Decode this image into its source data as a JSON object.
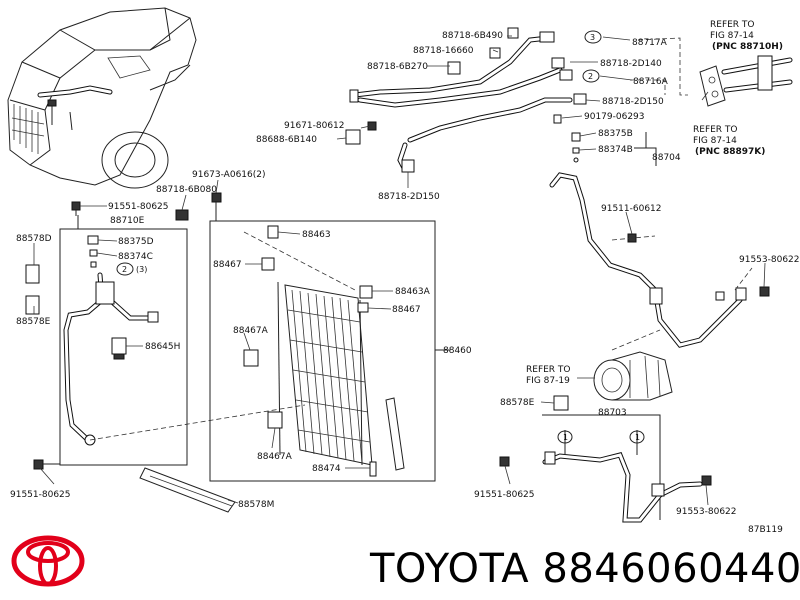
{
  "labels": {
    "p88718_6b490": "88718-6B490",
    "p88718_16660": "88718-16660",
    "p88718_6b270": "88718-6B270",
    "p88717a": "88717A",
    "p88718_2d140": "88718-2D140",
    "p88716a": "88716A",
    "p88718_2d150_top": "88718-2D150",
    "p90179_06293": "90179-06293",
    "p88375b": "88375B",
    "p88374b": "88374B",
    "p88704": "88704",
    "p91671_80612": "91671-80612",
    "p88688_6b140": "88688-6B140",
    "p88718_2d150_mid": "88718-2D150",
    "p91673_a0616": "91673-A0616(2)",
    "p88718_6b080": "88718-6B080",
    "p91551_80625_a": "91551-80625",
    "p88710e": "88710E",
    "p88578d": "88578D",
    "p88375d": "88375D",
    "p88374c": "88374C",
    "p88578e_left": "88578E",
    "p88645h": "88645H",
    "p91551_80625_b": "91551-80625",
    "p88463": "88463",
    "p88467_a": "88467",
    "p88463a": "88463A",
    "p88467_b": "88467",
    "p88467a_top": "88467A",
    "p88460": "88460",
    "p88467a_bot": "88467A",
    "p88474": "88474",
    "p88578m": "88578M",
    "p91511_60612": "91511-60612",
    "p91553_80622_a": "91553-80622",
    "p88578e_right": "88578E",
    "p88703": "88703",
    "p91551_80625_c": "91551-80625",
    "p91553_80622_b": "91553-80622",
    "ref_87_14_a_1": "REFER TO",
    "ref_87_14_a_2": "FIG 87-14",
    "ref_87_14_a_3": "(PNC 88710H)",
    "ref_87_14_b_1": "REFER TO",
    "ref_87_14_b_2": "FIG 87-14",
    "ref_87_14_b_3": "(PNC 88897K)",
    "ref_87_19_1": "REFER TO",
    "ref_87_19_2": "FIG 87-19",
    "code": "87B119"
  },
  "circles": {
    "c3_top": "3",
    "c2_top": "2",
    "c2_left": "2",
    "c3_left": "(3)",
    "c1_a": "1",
    "c1_b": "1"
  },
  "brand": {
    "text": "TOYOTA 8846060440"
  },
  "colors": {
    "logo_red": "#e2001a"
  }
}
